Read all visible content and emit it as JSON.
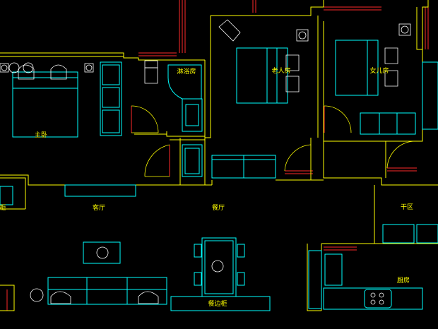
{
  "colors": {
    "background": "#000000",
    "wall": "#ffff00",
    "furniture": "#00ffff",
    "window": "#ff2a2a",
    "fixture": "#ffffff"
  },
  "rooms": {
    "master_bedroom": "主卧",
    "bathroom": "淋浴房",
    "elder_room": "老人房",
    "daughter_room": "女儿房",
    "living_room": "客厅",
    "dining_room": "餐厅",
    "utility_area": "干区",
    "kitchen": "厨房",
    "dining_cabinet": "餐边柜",
    "left_cut_label": "柜"
  }
}
